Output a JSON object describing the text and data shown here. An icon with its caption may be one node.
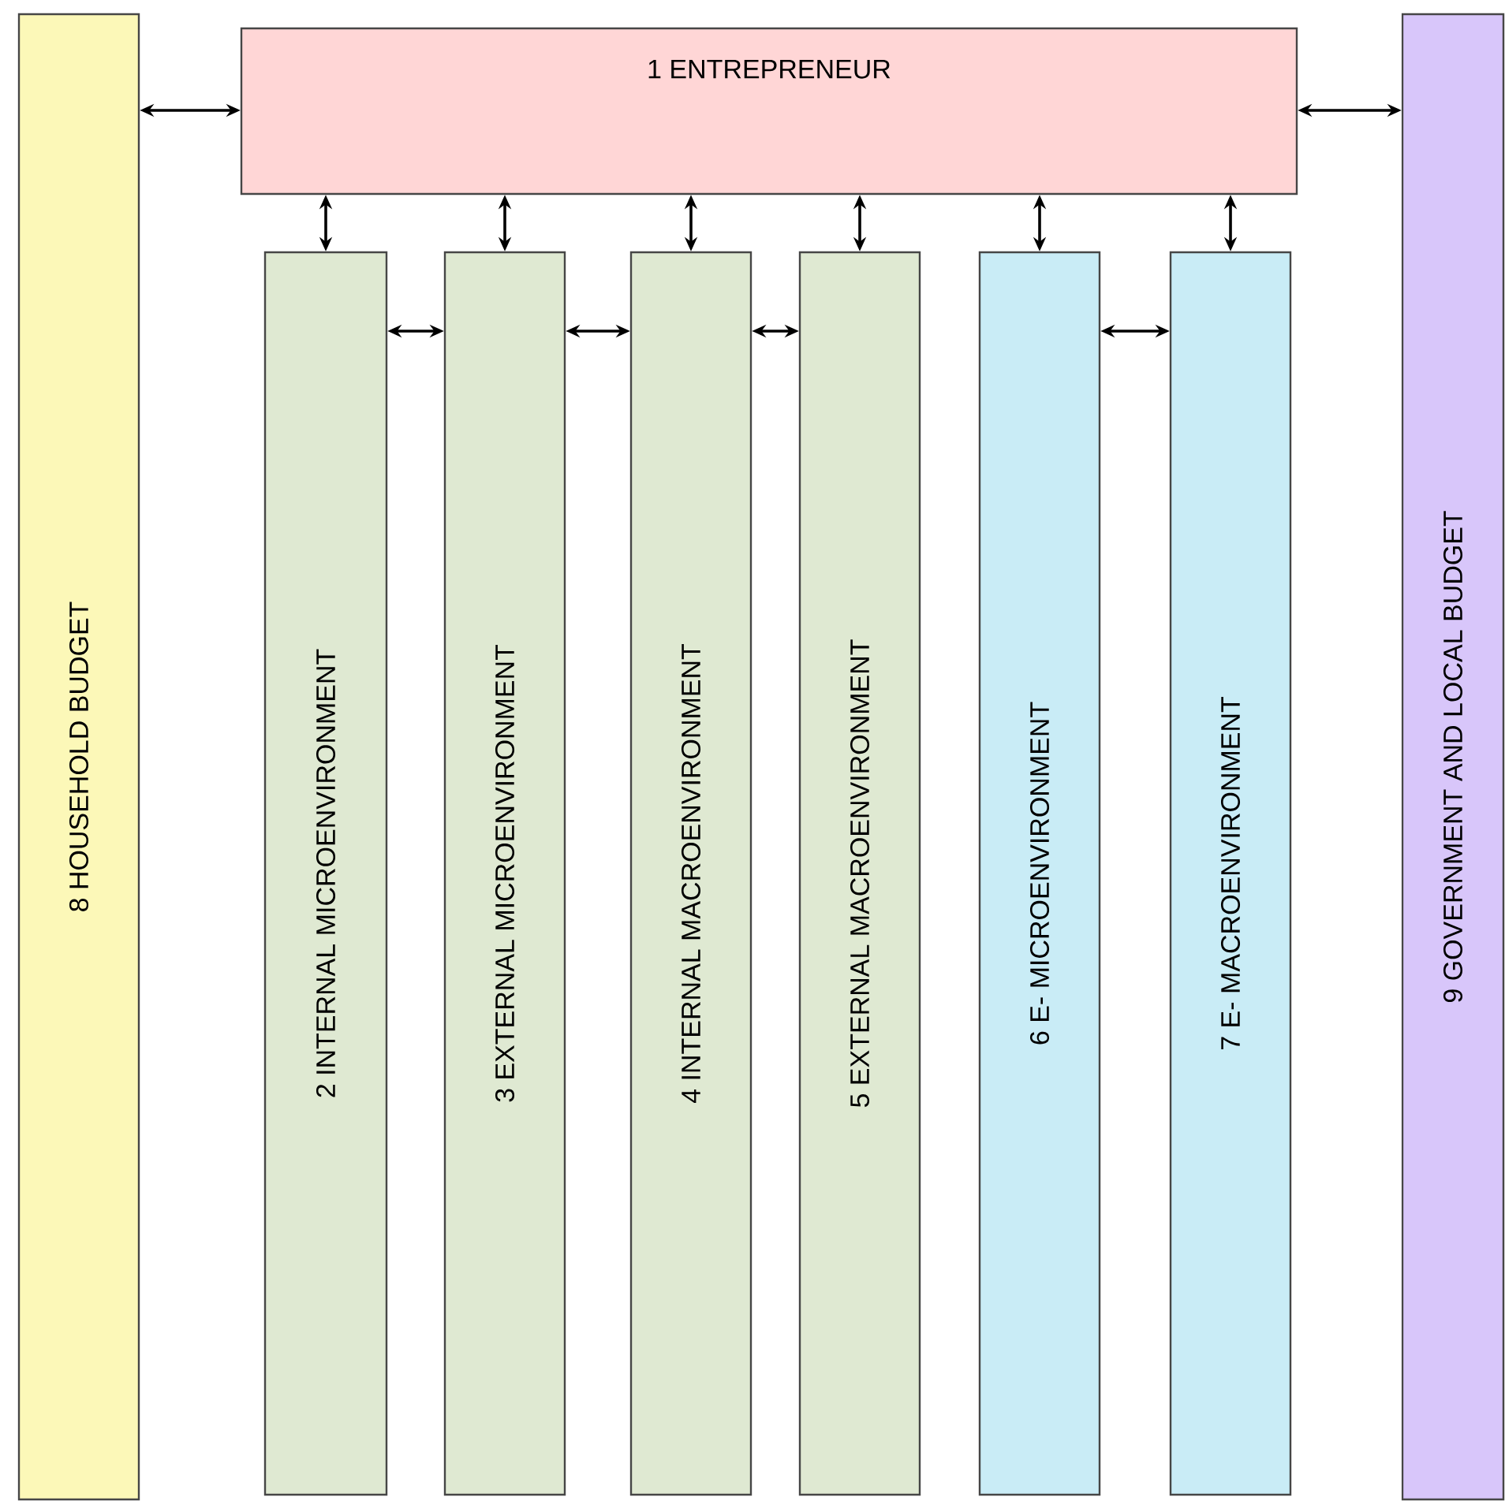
{
  "diagram": {
    "nodes": [
      {
        "text": [
          "1 ENTREPRENEUR"
        ]
      },
      {
        "text": [
          "2 INTERNAL MICROENVIRONMENT"
        ]
      },
      {
        "text": [
          "3 EXTERNAL MICROENVIRONMENT"
        ]
      },
      {
        "text": [
          "4 INTERNAL MACROENVIRONMENT"
        ]
      },
      {
        "text": [
          "5 EXTERNAL MACROENVIRONMENT"
        ]
      },
      {
        "text": [
          "6 E- MICROENVIRONMENT"
        ]
      },
      {
        "text": [
          "7 E- MACROENVIRONMENT"
        ]
      },
      {
        "text": [
          "8 HOUSEHOLD BUDGET"
        ]
      },
      {
        "text": [
          "9 GOVERNMENT AND LOCAL BUDGET"
        ]
      }
    ],
    "edges": [
      {
        "from": 7,
        "to": 0,
        "arrow": "both"
      },
      {
        "from": 0,
        "to": 8,
        "arrow": "both"
      },
      {
        "from": 0,
        "to": 1,
        "arrow": "both"
      },
      {
        "from": 0,
        "to": 2,
        "arrow": "both"
      },
      {
        "from": 0,
        "to": 3,
        "arrow": "both"
      },
      {
        "from": 0,
        "to": 4,
        "arrow": "both"
      },
      {
        "from": 0,
        "to": 5,
        "arrow": "both"
      },
      {
        "from": 0,
        "to": 6,
        "arrow": "both"
      },
      {
        "from": 1,
        "to": 2,
        "arrow": "both"
      },
      {
        "from": 2,
        "to": 3,
        "arrow": "both"
      },
      {
        "from": 3,
        "to": 4,
        "arrow": "both"
      },
      {
        "from": 5,
        "to": 6,
        "arrow": "both"
      }
    ]
  }
}
